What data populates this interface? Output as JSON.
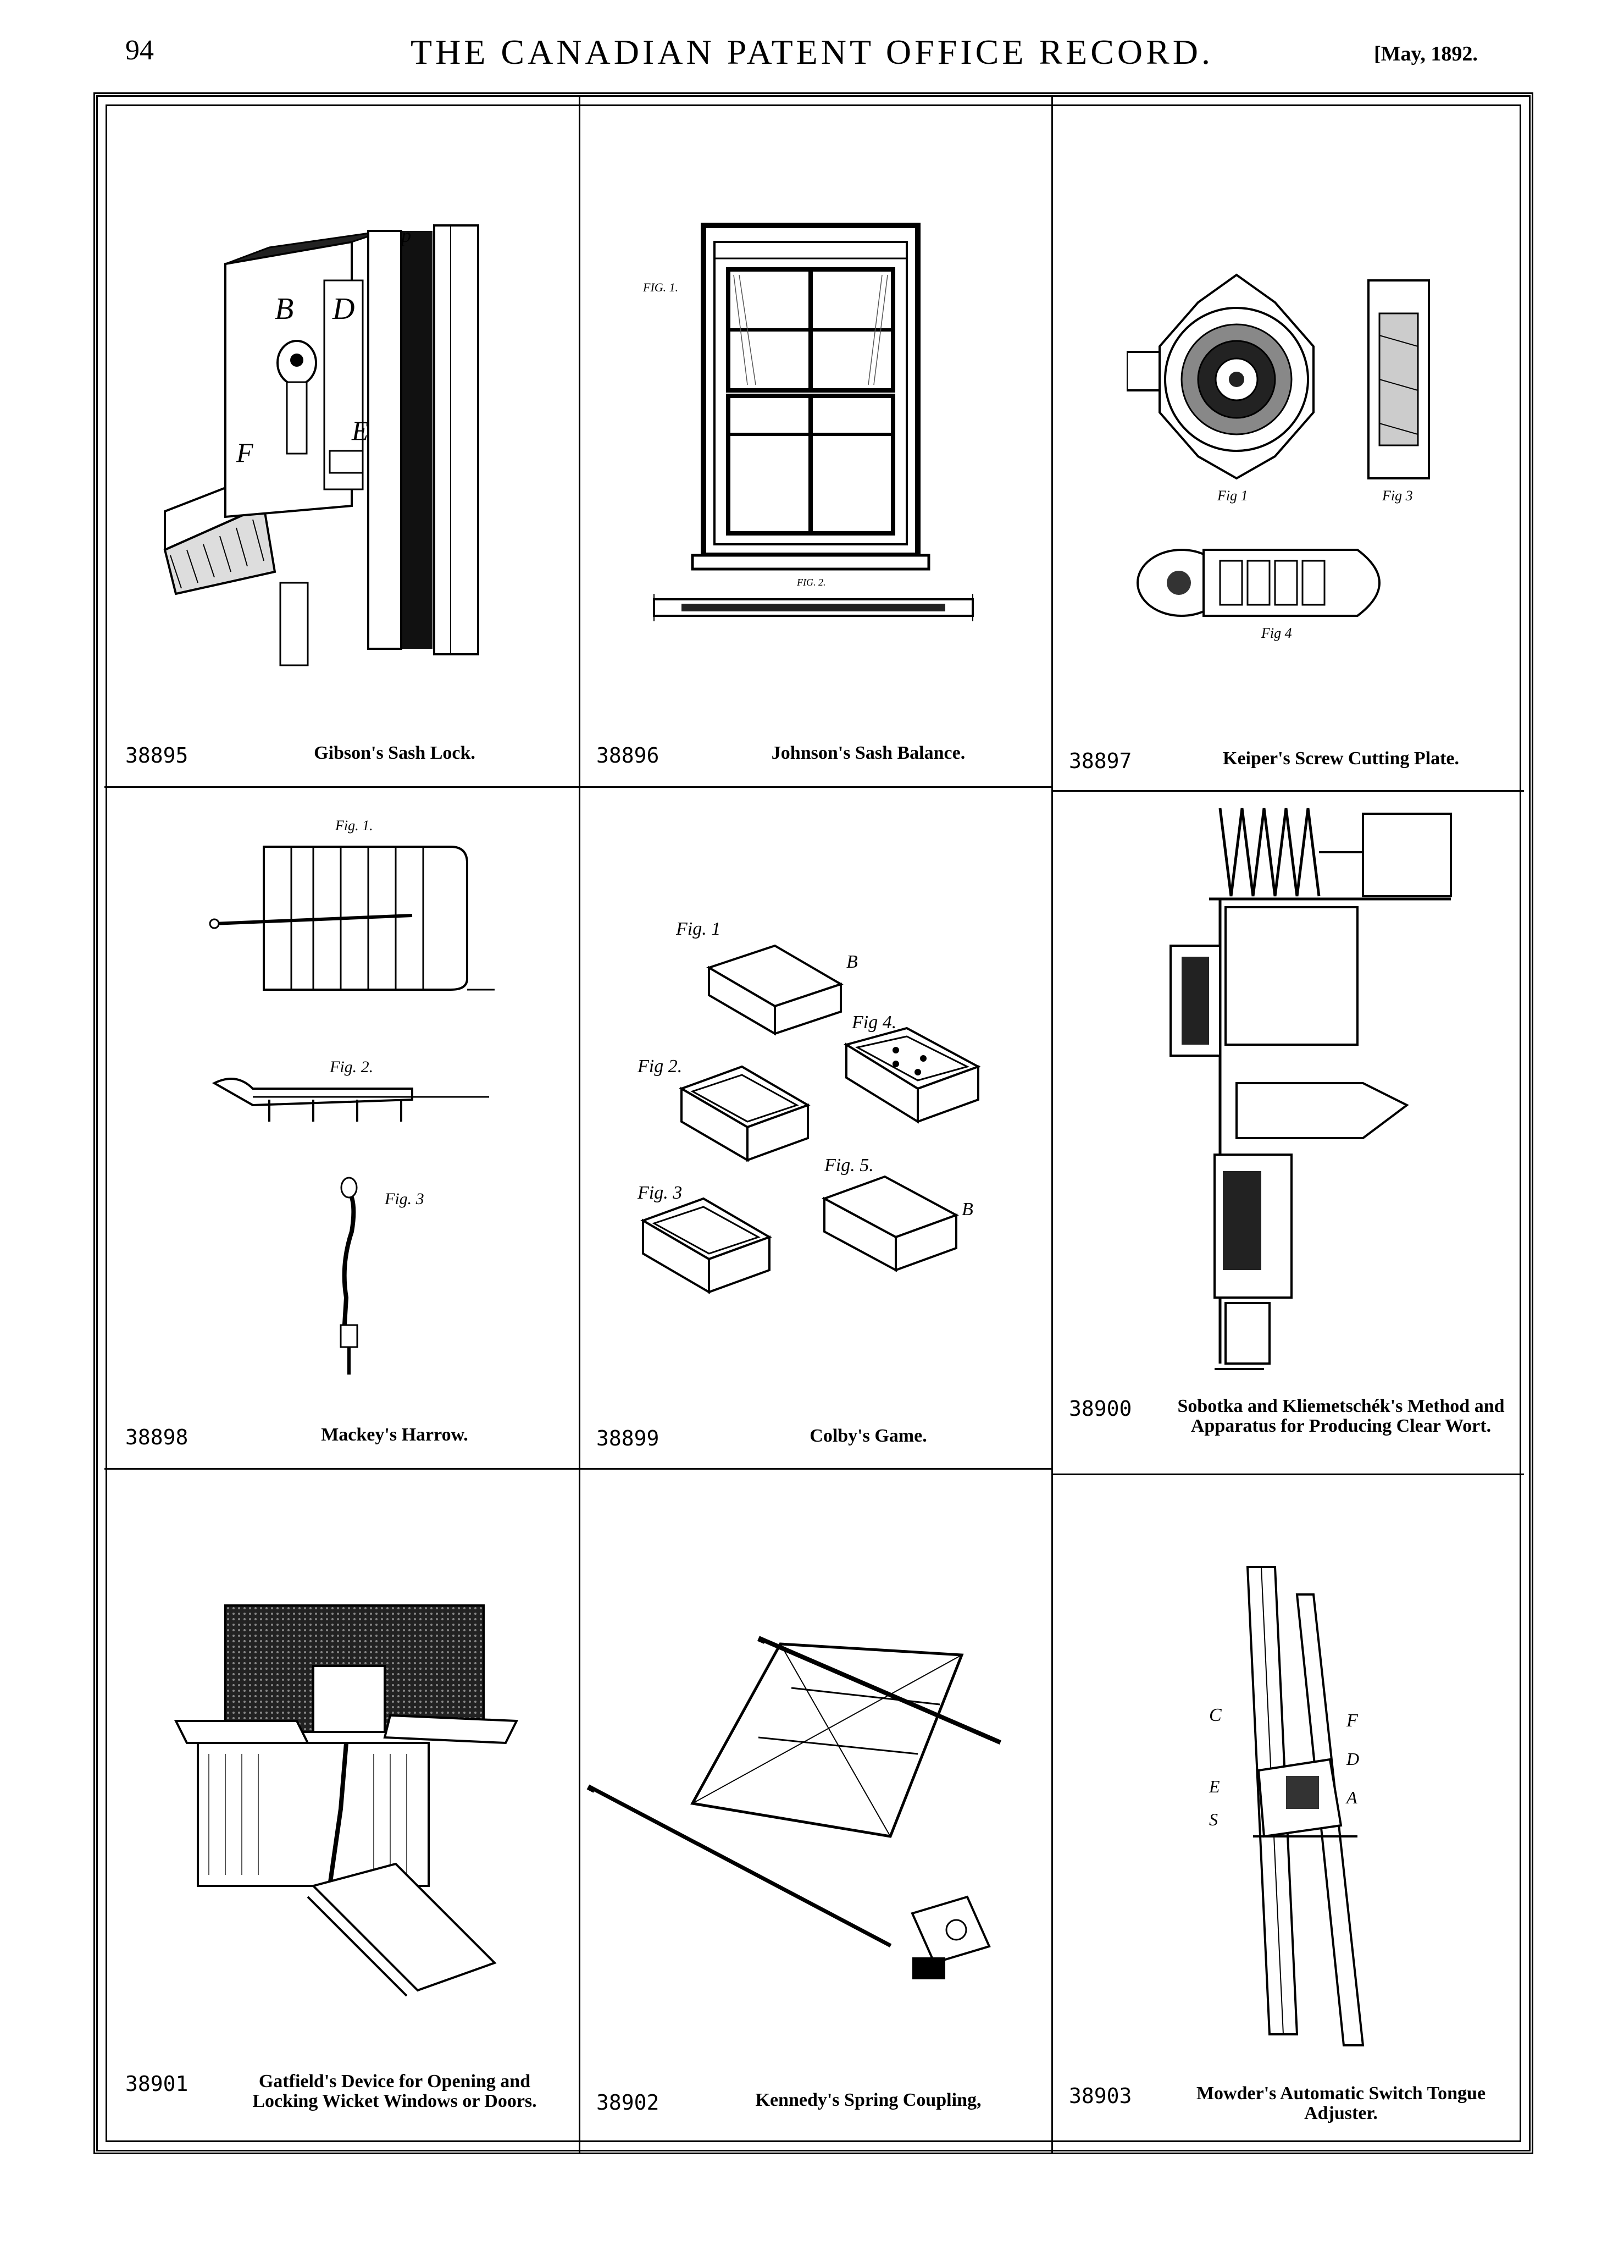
{
  "header": {
    "page_number": "94",
    "title": "THE CANADIAN PATENT OFFICE RECORD.",
    "date": "[May, 1892."
  },
  "patents": [
    {
      "number": "38895",
      "title": "Gibson's Sash Lock.",
      "figure_icon": "sash-lock-drawing-icon"
    },
    {
      "number": "38896",
      "title": "Johnson's Sash Balance.",
      "figure_icon": "window-sash-drawing-icon"
    },
    {
      "number": "38897",
      "title": "Keiper's Screw Cutting Plate.",
      "figure_icon": "screw-plate-drawing-icon"
    },
    {
      "number": "38898",
      "title": "Mackey's Harrow.",
      "figure_icon": "harrow-drawing-icon"
    },
    {
      "number": "38899",
      "title": "Colby's Game.",
      "figure_icon": "game-boxes-drawing-icon"
    },
    {
      "number": "38900",
      "title": "Sobotka and Kliemetschék's Method and Apparatus for Producing Clear Wort.",
      "figure_icon": "wort-apparatus-drawing-icon"
    },
    {
      "number": "38901",
      "title": "Gatfield's Device for Opening and Locking Wicket Windows or Doors.",
      "figure_icon": "wicket-device-drawing-icon"
    },
    {
      "number": "38902",
      "title": "Kennedy's Spring Coupling,",
      "figure_icon": "spring-coupling-drawing-icon"
    },
    {
      "number": "38903",
      "title": "Mowder's Automatic Switch Tongue Adjuster.",
      "figure_icon": "switch-adjuster-drawing-icon"
    }
  ],
  "figure_labels": {
    "colby_fig1": "Fig. 1",
    "colby_fig2": "Fig 2.",
    "colby_fig3": "Fig. 3",
    "colby_fig4": "Fig 4.",
    "colby_fig5": "Fig. 5.",
    "mackey_fig1": "Fig. 1.",
    "mackey_fig2": "Fig. 2.",
    "mackey_fig3": "Fig. 3",
    "johnson_fig1": "FIG. 1.",
    "johnson_fig2": "FIG. 2."
  }
}
